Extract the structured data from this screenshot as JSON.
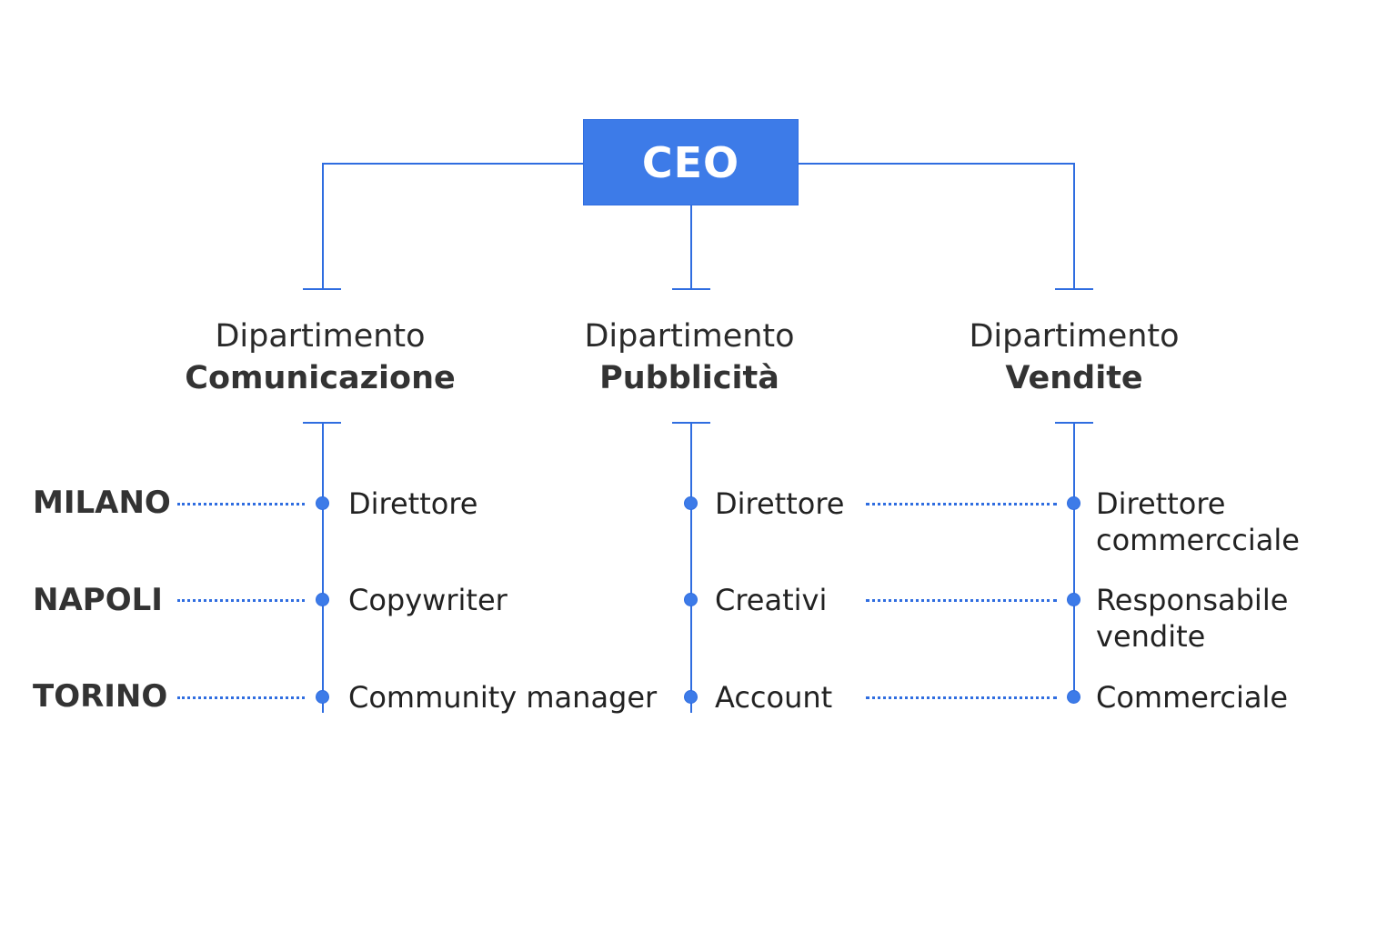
{
  "ceo": {
    "label": "CEO"
  },
  "colors": {
    "accent": "#3d7be8",
    "line": "#2f6de0",
    "text": "#2a2a2a"
  },
  "departments": [
    {
      "prefix": "Dipartimento",
      "name": "Comunicazione",
      "roles": [
        "Direttore",
        "Copywriter",
        "Community manager"
      ]
    },
    {
      "prefix": "Dipartimento",
      "name": "Pubblicità",
      "roles": [
        "Direttore",
        "Creativi",
        "Account"
      ]
    },
    {
      "prefix": "Dipartimento",
      "name": "Vendite",
      "roles": [
        "Direttore commercciale",
        "Responsabile vendite",
        "Commerciale"
      ]
    }
  ],
  "cities": [
    "MILANO",
    "NAPOLI",
    "TORINO"
  ],
  "vendite_roles_lines": [
    [
      "Direttore",
      "commercciale"
    ],
    [
      "Responsabile",
      "vendite"
    ],
    [
      "Commerciale"
    ]
  ]
}
